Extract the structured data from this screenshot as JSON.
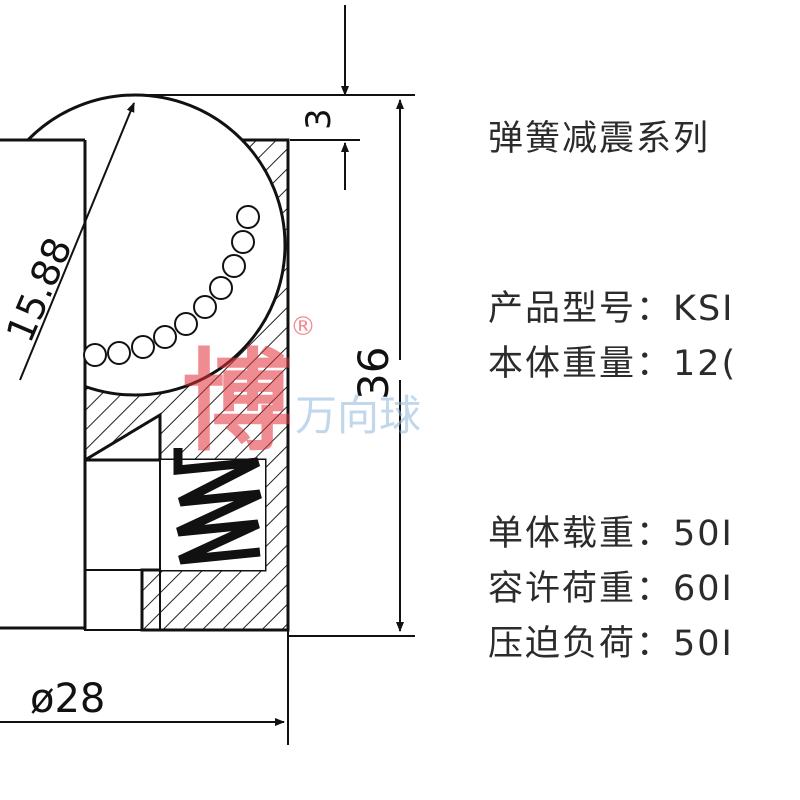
{
  "drawing": {
    "dimensions": {
      "ball_diameter": "15.88",
      "top_offset": "3",
      "height": "36",
      "outer_diameter": "ø28"
    },
    "watermark": {
      "brand_glyph": "博",
      "registered_mark": "®",
      "text": "万向球",
      "color": "#e3303a",
      "text_color": "#8fb8dc"
    }
  },
  "specs": {
    "series_title": "弹簧减震系列",
    "rows": [
      {
        "label": "产品型号：",
        "value": "KSI"
      },
      {
        "label": "本体重量：",
        "value": "12("
      },
      {
        "label": "单体载重：",
        "value": "50I"
      },
      {
        "label": "容许荷重：",
        "value": "60I"
      },
      {
        "label": "压迫负荷：",
        "value": "50I"
      }
    ]
  }
}
